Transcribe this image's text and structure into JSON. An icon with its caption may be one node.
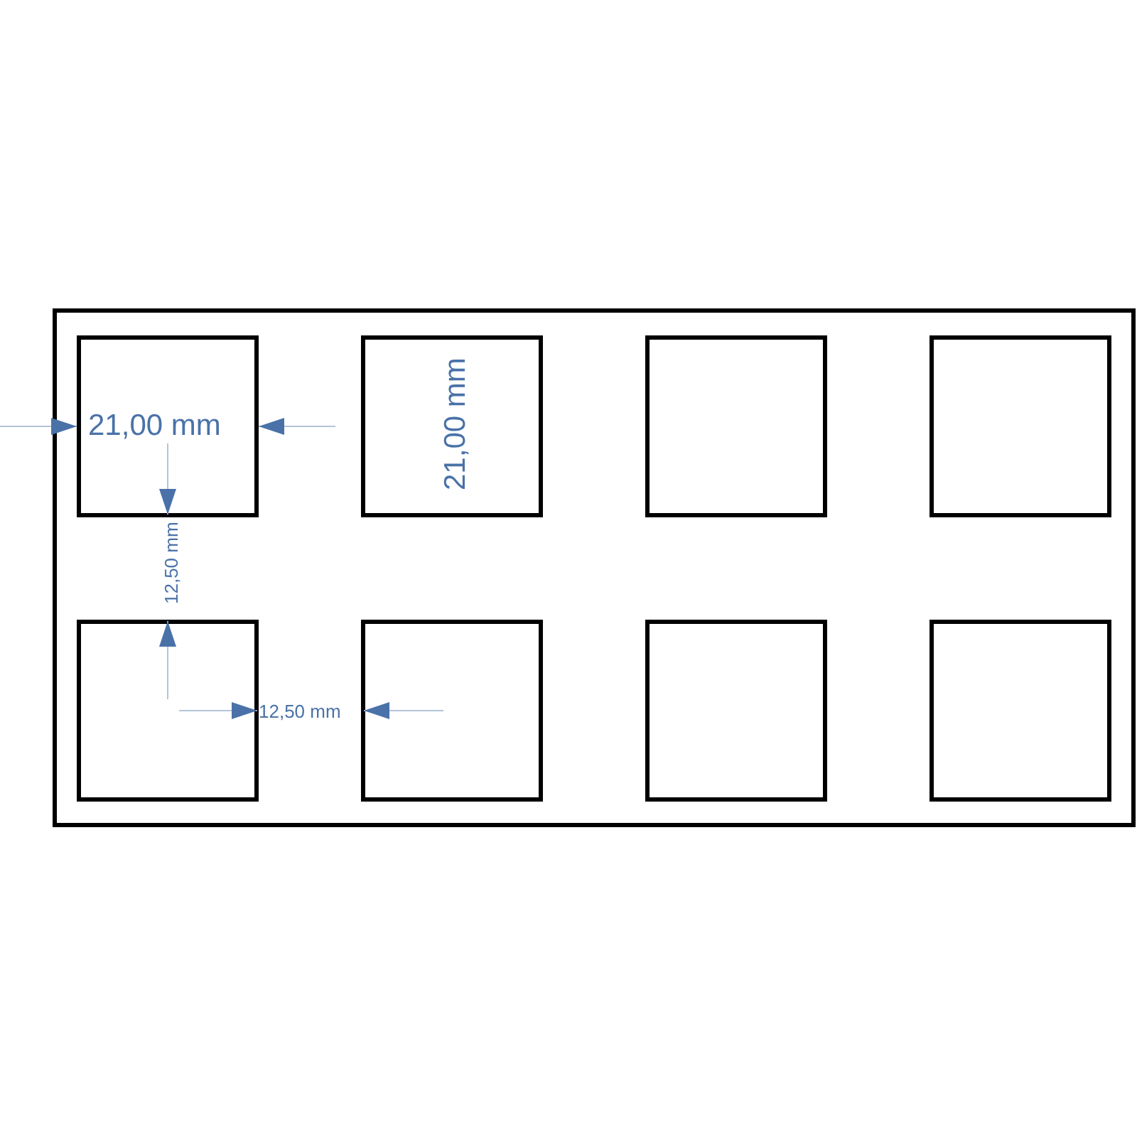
{
  "diagram": {
    "nodes": [
      {
        "text": [],
        "shape": "box"
      },
      {
        "text": [],
        "shape": "box",
        "in": 0
      },
      {
        "text": [],
        "shape": "box",
        "in": 0
      },
      {
        "text": [],
        "shape": "box",
        "in": 0
      },
      {
        "text": [],
        "shape": "box",
        "in": 0
      },
      {
        "text": [],
        "shape": "box",
        "in": 0
      },
      {
        "text": [],
        "shape": "box",
        "in": 0
      },
      {
        "text": [],
        "shape": "box",
        "in": 0
      },
      {
        "text": [],
        "shape": "box",
        "in": 0
      }
    ],
    "edges": [],
    "labels": [
      "21,00 mm",
      "21,00 mm",
      "12,50 mm",
      "12,50 mm"
    ]
  }
}
